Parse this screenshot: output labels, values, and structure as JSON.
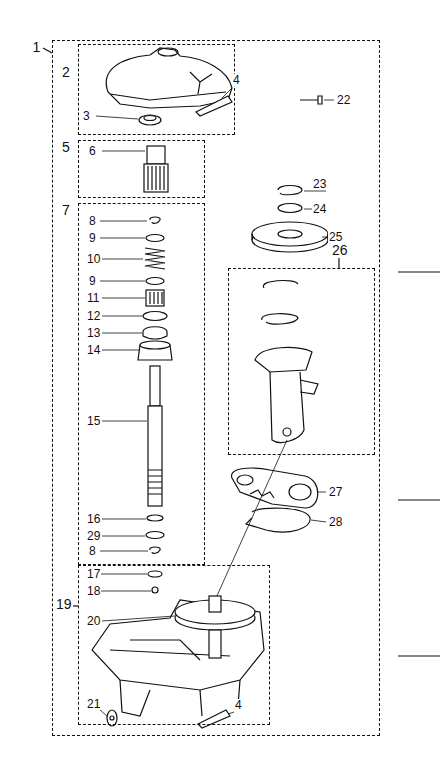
{
  "diagram": {
    "nodes": [
      {
        "text": [
          "1"
        ]
      },
      {
        "text": [
          "2"
        ],
        "in": 0
      },
      {
        "text": [
          "5"
        ],
        "in": 0
      },
      {
        "text": [
          "7"
        ],
        "in": 0
      },
      {
        "text": [
          "26"
        ],
        "in": 0
      },
      {
        "text": [
          "19"
        ],
        "in": 0
      }
    ],
    "labels": [
      "22",
      "3",
      "4",
      "6",
      "23",
      "24",
      "8",
      "9",
      "25",
      "10",
      "9",
      "11",
      "12",
      "13",
      "14",
      "15",
      "27",
      "28",
      "16",
      "29",
      "8",
      "17",
      "18",
      "20",
      "21",
      "4"
    ]
  }
}
